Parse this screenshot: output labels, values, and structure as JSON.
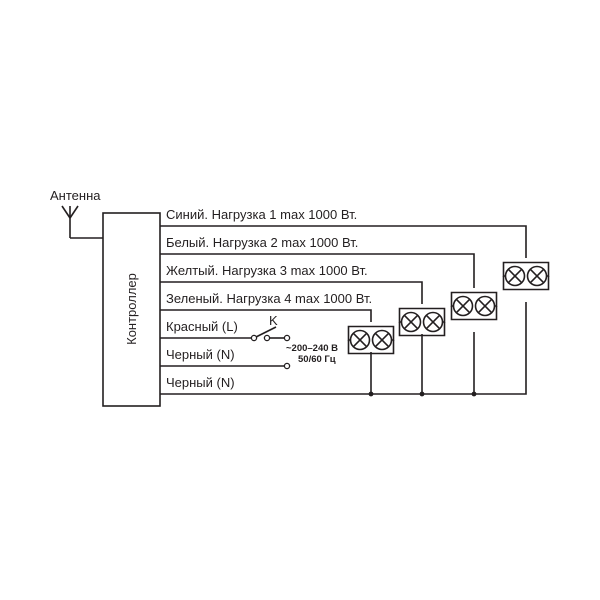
{
  "antenna_label": "Антенна",
  "controller_label": "Контроллер",
  "wires": [
    "Синий. Нагрузка 1 max 1000 Вт.",
    "Белый. Нагрузка 2 max 1000 Вт.",
    "Желтый. Нагрузка 3 max 1000 Вт.",
    "Зеленый. Нагрузка 4 max 1000 Вт.",
    "Красный (L)",
    "Черный  (N)",
    "Черный  (N)"
  ],
  "switch_label": "K",
  "supply": {
    "voltage": "~200–240 В",
    "frequency": "50/60 Гц"
  },
  "colors": {
    "ink": "#231f20",
    "background": "#ffffff"
  }
}
